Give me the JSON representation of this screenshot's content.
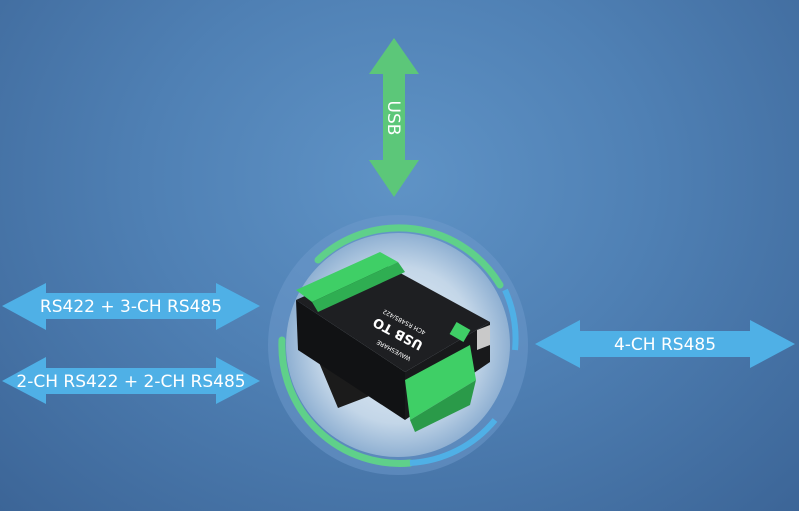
{
  "arrows": {
    "usb": {
      "label": "USB",
      "color": "#5cc779"
    },
    "left_top": {
      "label": "RS422 + 3-CH RS485",
      "color": "#4fb0e6"
    },
    "left_bottom": {
      "label": "2-CH RS422 + 2-CH RS485",
      "color": "#4fb0e6"
    },
    "right": {
      "label": "4-CH RS485",
      "color": "#4fb0e6"
    }
  },
  "device": {
    "brand": "WAVESHARE",
    "title": "USB TO",
    "subtitle": "4CH RS485/422"
  }
}
